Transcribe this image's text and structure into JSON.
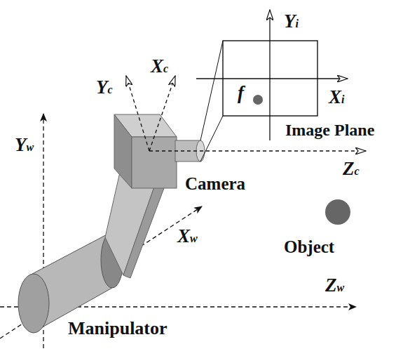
{
  "diagram": {
    "labels": [
      "Yi",
      "Xc",
      "Yc",
      "f",
      "Xi",
      "Image Plane",
      "Yw",
      "Zc",
      "Camera",
      "Object",
      "Xw",
      "Zw",
      "Manipulator"
    ]
  }
}
